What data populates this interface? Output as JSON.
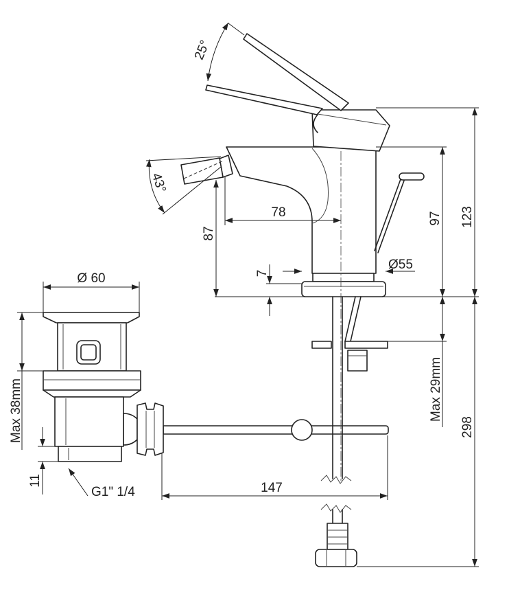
{
  "faucet": {
    "lever_angle": "25°",
    "aerator_angle": "43°",
    "dim_spout_reach": "78",
    "dim_spout_height": "87",
    "dim_body_height": "97",
    "dim_total_height": "123",
    "dim_base_thickness": "7",
    "dim_base_diameter": "Ø55",
    "dim_deck_thickness": "Max 29mm",
    "dim_hose_length": "298"
  },
  "waste": {
    "dim_flange_diameter": "Ø 60",
    "dim_basin_thickness": "Max 38mm",
    "dim_thread_length": "11",
    "thread_label": "G1\" 1/4",
    "dim_rod_length": "147"
  }
}
